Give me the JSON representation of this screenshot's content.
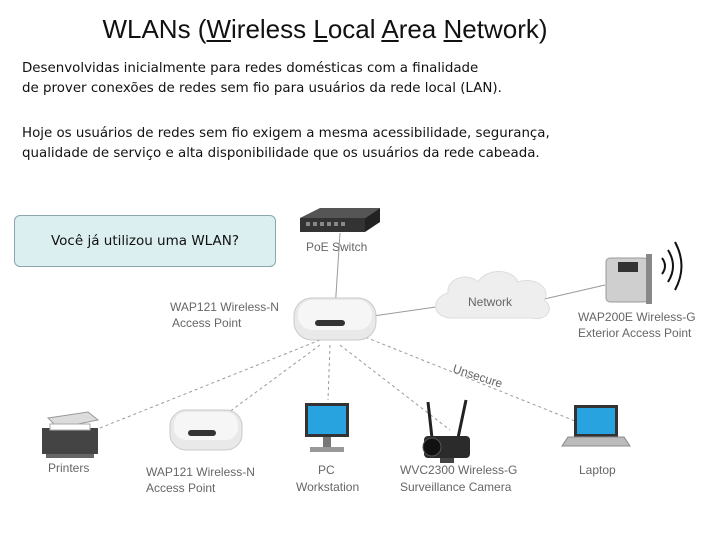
{
  "title": {
    "p1": "WLANs (",
    "l1": "W",
    "p2": "ireless ",
    "l2": "L",
    "p3": "ocal ",
    "l3": "A",
    "p4": "rea ",
    "l4": "N",
    "p5": "etwork)"
  },
  "paragraphs": {
    "p1_line1": "Desenvolvidas inicialmente para redes domésticas com a finalidade",
    "p1_line2": "de prover conexões de redes sem fio para usuários da rede local (LAN).",
    "p2_line1": "Hoje os usuários de redes sem fio exigem a mesma acessibilidade, segurança,",
    "p2_line2": "qualidade de serviço e alta disponibilidade que os usuários da rede cabeada."
  },
  "callout": {
    "text": "Você já utilizou uma WLAN?"
  },
  "diagram": {
    "poe_switch": "PoE Switch",
    "network": "Network",
    "wap121_top_1": "WAP121 Wireless-N",
    "wap121_top_2": "Access Point",
    "wap200e_1": "WAP200E Wireless-G",
    "wap200e_2": "Exterior Access Point",
    "unsecure": "Unsecure",
    "printers": "Printers",
    "wap121_bottom_1": "WAP121 Wireless-N",
    "wap121_bottom_2": "Access Point",
    "pc_1": "PC",
    "pc_2": "Workstation",
    "camera_1": "WVC2300 Wireless-G",
    "camera_2": "Surveillance Camera",
    "laptop": "Laptop"
  }
}
